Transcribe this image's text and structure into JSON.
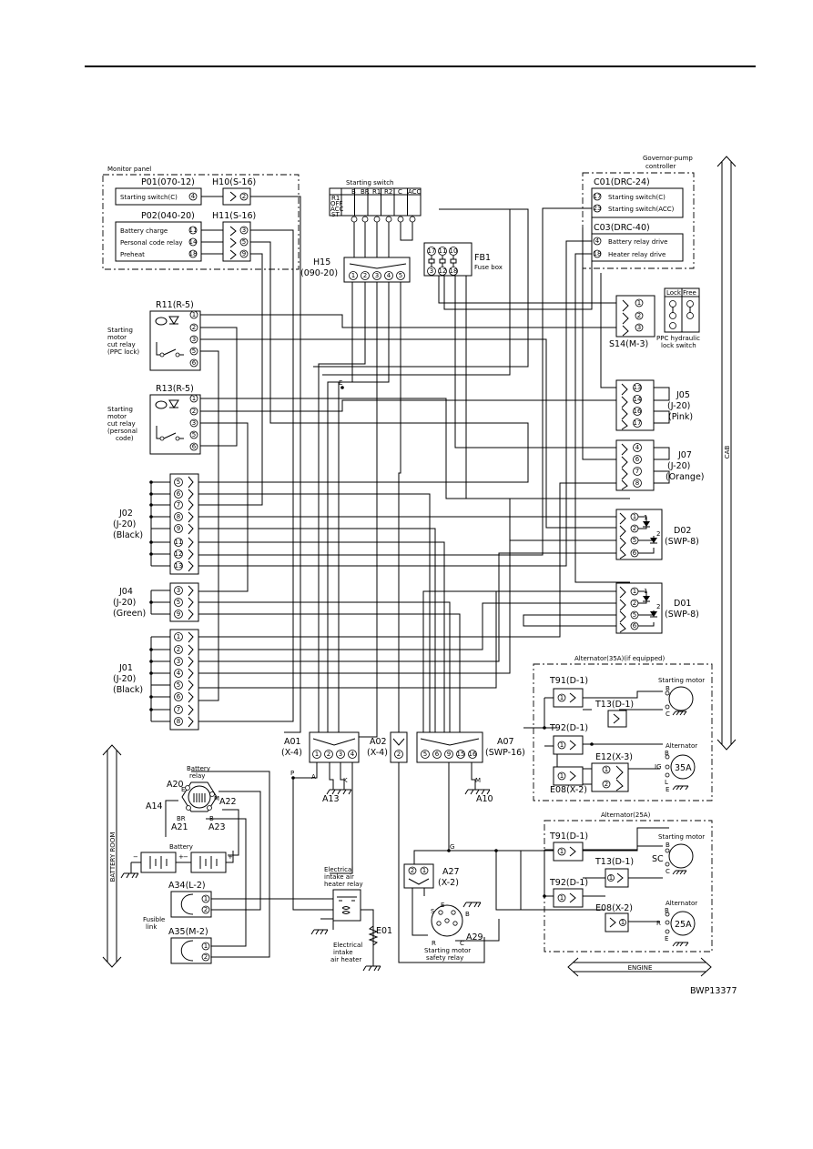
{
  "drawing_id": "BWP13377",
  "monitor_panel": {
    "title": "Monitor panel",
    "p01": {
      "id": "P01(070-12)",
      "row": "Starting switch(C)",
      "pin": "4"
    },
    "p02": {
      "id": "P02(040-20)",
      "rows": [
        "Battery charge",
        "Personal code relay",
        "Preheat"
      ],
      "pins": [
        "11",
        "14",
        "18"
      ]
    }
  },
  "h10": {
    "id": "H10(S-16)",
    "pins": [
      "2"
    ]
  },
  "h11": {
    "id": "H11(S-16)",
    "pins": [
      "3",
      "5",
      "9"
    ]
  },
  "starting_switch": {
    "title": "Starting switch",
    "columns": [
      "B",
      "BR",
      "R1",
      "R2",
      "C",
      "ACC"
    ],
    "positions": [
      "R1",
      "OFF",
      "ACC",
      "ST"
    ]
  },
  "h15": {
    "id": "H15",
    "type": "(090-20)",
    "pins": [
      "1",
      "2",
      "3",
      "4",
      "5"
    ]
  },
  "fb1": {
    "id": "FB1",
    "subtitle": "Fuse box",
    "pins": [
      "17",
      "11",
      "10",
      "3",
      "12",
      "18"
    ]
  },
  "governor": {
    "title": "Governor·pump controller",
    "c01": {
      "id": "C01(DRC-24)",
      "rows": [
        "Starting switch(C)",
        "Starting switch(ACC)"
      ],
      "pins": [
        "17",
        "23"
      ]
    },
    "c03": {
      "id": "C03(DRC-40)",
      "rows": [
        "Battery relay drive",
        "Heater relay drive"
      ],
      "pins": [
        "4",
        "18"
      ]
    }
  },
  "s14": {
    "id": "S14(M-3)",
    "pins": [
      "1",
      "2",
      "3"
    ],
    "table_head": [
      "Lock",
      "Free"
    ],
    "caption_1": "PPC hydraulic",
    "caption_2": "lock switch"
  },
  "r11": {
    "id": "R11(R-5)",
    "pins": [
      "1",
      "2",
      "3",
      "5",
      "6"
    ],
    "desc": [
      "Starting",
      "motor",
      "cut relay",
      "(PPC lock)"
    ]
  },
  "r13": {
    "id": "R13(R-5)",
    "pins": [
      "1",
      "2",
      "3",
      "5",
      "6"
    ],
    "desc": [
      "Starting",
      "motor",
      "cut relay",
      "(personal",
      "code)"
    ]
  },
  "j05": {
    "id": "J05",
    "type": "(J-20)",
    "color": "(Pink)",
    "pins": [
      "13",
      "14",
      "16",
      "17"
    ]
  },
  "j07": {
    "id": "J07",
    "type": "(J-20)",
    "color": "(Orange)",
    "pins": [
      "4",
      "6",
      "7",
      "8"
    ]
  },
  "d02": {
    "id": "D02",
    "type": "(SWP-8)",
    "pins": [
      "1",
      "2",
      "5",
      "6"
    ],
    "marks": [
      "1",
      "2"
    ]
  },
  "d01": {
    "id": "D01",
    "type": "(SWP-8)",
    "pins": [
      "1",
      "2",
      "5",
      "6"
    ],
    "marks": [
      "1",
      "2"
    ]
  },
  "j02": {
    "id": "J02",
    "type": "(J-20)",
    "color": "(Black)",
    "pins": [
      "5",
      "6",
      "7",
      "8",
      "9",
      "11",
      "12",
      "13"
    ]
  },
  "j04": {
    "id": "J04",
    "type": "(J-20)",
    "color": "(Green)",
    "pins": [
      "3",
      "5",
      "9"
    ]
  },
  "j01": {
    "id": "J01",
    "type": "(J-20)",
    "color": "(Black)",
    "pins": [
      "1",
      "2",
      "3",
      "4",
      "5",
      "6",
      "7",
      "8"
    ]
  },
  "a01": {
    "id": "A01",
    "type": "(X-4)",
    "pins": [
      "1",
      "2",
      "3",
      "4"
    ]
  },
  "a02": {
    "id": "A02",
    "type": "(X-4)",
    "pins": [
      "2"
    ]
  },
  "a07": {
    "id": "A07",
    "type": "(SWP-16)",
    "pins": [
      "5",
      "6",
      "9",
      "15",
      "16"
    ]
  },
  "wire_marks": [
    "P",
    "A",
    "K",
    "E",
    "G",
    "M"
  ],
  "grounds": {
    "a13": "A13",
    "a10": "A10",
    "e01": "E01"
  },
  "battery_relay": {
    "title_1": "Battery",
    "title_2": "relay",
    "labels": [
      "A20",
      "A14",
      "A22",
      "A21",
      "A23"
    ],
    "terminals": [
      "E",
      "M",
      "BR",
      "B"
    ]
  },
  "battery": {
    "title": "Battery"
  },
  "fusible": {
    "a34": "A34(L-2)",
    "a35": "A35(M-2)",
    "pins": [
      "1",
      "2"
    ],
    "label_1": "Fusible",
    "label_2": "link"
  },
  "heater_relay": {
    "title": [
      "Electrical",
      "intake air",
      "heater relay"
    ]
  },
  "heater": {
    "title": [
      "Electrical",
      "intake",
      "air heater"
    ]
  },
  "a27": {
    "id": "A27",
    "type": "(X-2)",
    "pins": [
      "2",
      "1"
    ],
    "terminals": [
      "S",
      "E",
      "B",
      "R",
      "C"
    ],
    "a29": "A29",
    "title_1": "Starting motor",
    "title_2": "safety relay"
  },
  "alt35": {
    "title": "Alternator(35A)(if equipped)",
    "t91": "T91(D-1)",
    "t13": "T13(D-1)",
    "t92": "T92(D-1)",
    "e12": "E12(X-3)",
    "e08": "E08(X-2)",
    "starting_motor": "Starting motor",
    "alternator": "Alternator",
    "rating": "35A",
    "terms": [
      "B",
      "C",
      "B",
      "IG",
      "L",
      "E"
    ],
    "e12_pins": [
      "1",
      "2"
    ]
  },
  "alt25": {
    "title": "Alternator(25A)",
    "t91": "T91(D-1)",
    "t13": "T13(D-1)",
    "t92": "T92(D-1)",
    "e08": "E08(X-2)",
    "starting_motor": "Starting motor",
    "alternator": "Alternator",
    "rating": "25A",
    "terms": [
      "B",
      "SC",
      "C",
      "B",
      "R",
      "E"
    ]
  },
  "zones": {
    "cab": "CAB",
    "battery_room": "BATTERY ROOM",
    "engine": "ENGINE"
  }
}
